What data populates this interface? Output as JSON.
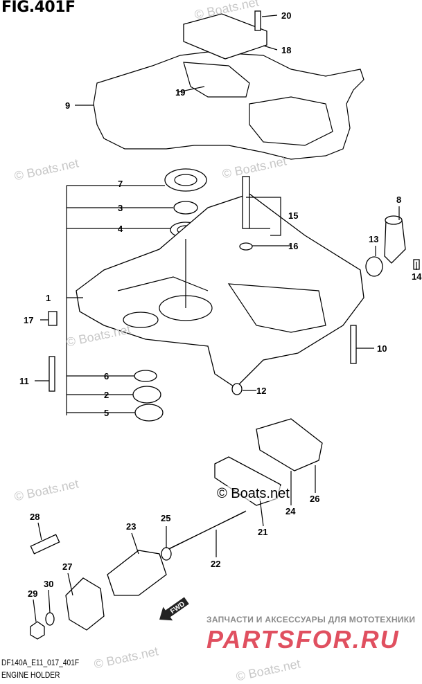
{
  "figure_title": "FIG.401F",
  "footer": {
    "code": "DF140A_E11_017_401F",
    "name": "ENGINE HOLDER"
  },
  "watermark": "© Boats.net",
  "fwd_label": "FWD",
  "promo": {
    "subtitle": "ЗАПЧАСТИ И АКСЕССУАРЫ ДЛЯ МОТОТЕХНИКИ",
    "brand": "PARTSFOR.RU"
  },
  "callouts": {
    "c1": "1",
    "c2": "2",
    "c3": "3",
    "c4": "4",
    "c5": "5",
    "c6": "6",
    "c7": "7",
    "c8": "8",
    "c9": "9",
    "c10": "10",
    "c11": "11",
    "c12": "12",
    "c13": "13",
    "c14": "14",
    "c15": "15",
    "c16": "16",
    "c17": "17",
    "c18": "18",
    "c19": "19",
    "c20": "20",
    "c21": "21",
    "c22": "22",
    "c23": "23",
    "c24": "24",
    "c25": "25",
    "c26": "26",
    "c27": "27",
    "c28": "28",
    "c29": "29",
    "c30": "30"
  },
  "colors": {
    "brand": "#e05060",
    "watermark": "#c8c8c8"
  }
}
